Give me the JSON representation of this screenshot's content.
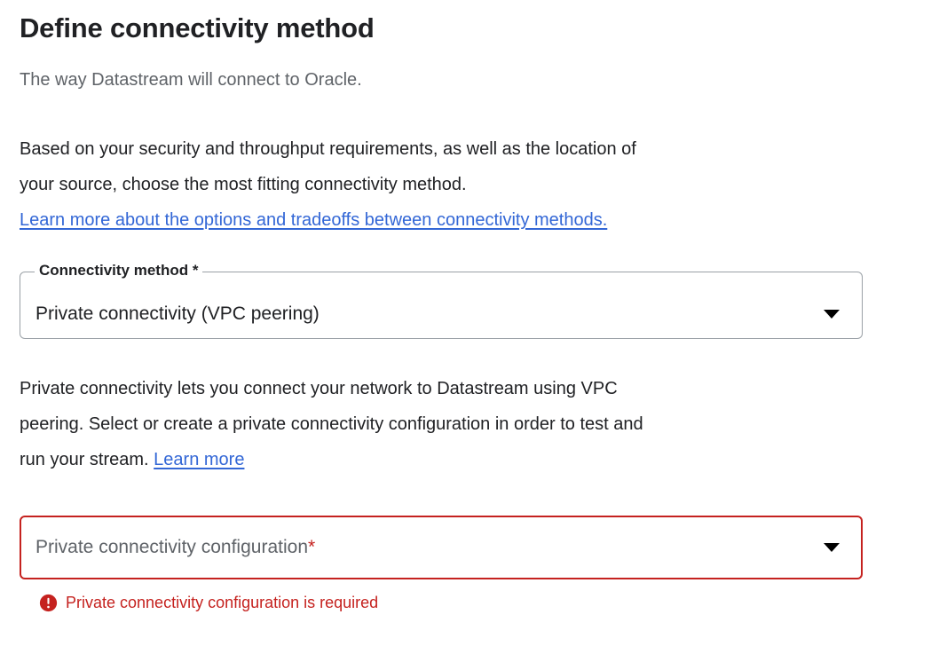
{
  "page": {
    "title": "Define connectivity method",
    "subtitle": "The way Datastream will connect to Oracle."
  },
  "intro": {
    "paragraph_line_1": "Based on your security and throughput requirements, as well as the location of",
    "paragraph_line_2": "your source, choose the most fitting connectivity method.",
    "link_text": "Learn more about the options and tradeoffs between connectivity methods."
  },
  "connectivity_method_field": {
    "label": "Connectivity method *",
    "value": "Private connectivity (VPC peering)",
    "dropdown_icon": "chevron-down-icon",
    "options": [
      "Private connectivity (VPC peering)"
    ]
  },
  "description": {
    "line_1": "Private connectivity lets you connect your network to Datastream using VPC",
    "line_2": "peering. Select or create a private connectivity configuration in order to test and",
    "line_3_prefix": "run your stream.",
    "link_text": "Learn more"
  },
  "private_connectivity_field": {
    "placeholder": "Private connectivity configuration",
    "required_marker": "*",
    "value": "",
    "dropdown_icon": "chevron-down-icon",
    "error_icon": "error-circle-icon",
    "error_message": "Private connectivity configuration is required"
  },
  "colors": {
    "text_primary": "#202124",
    "text_secondary": "#5f6368",
    "link_blue": "#3367d6",
    "error_red": "#c5221f",
    "border_grey": "#9aa0a6",
    "background": "#ffffff"
  }
}
